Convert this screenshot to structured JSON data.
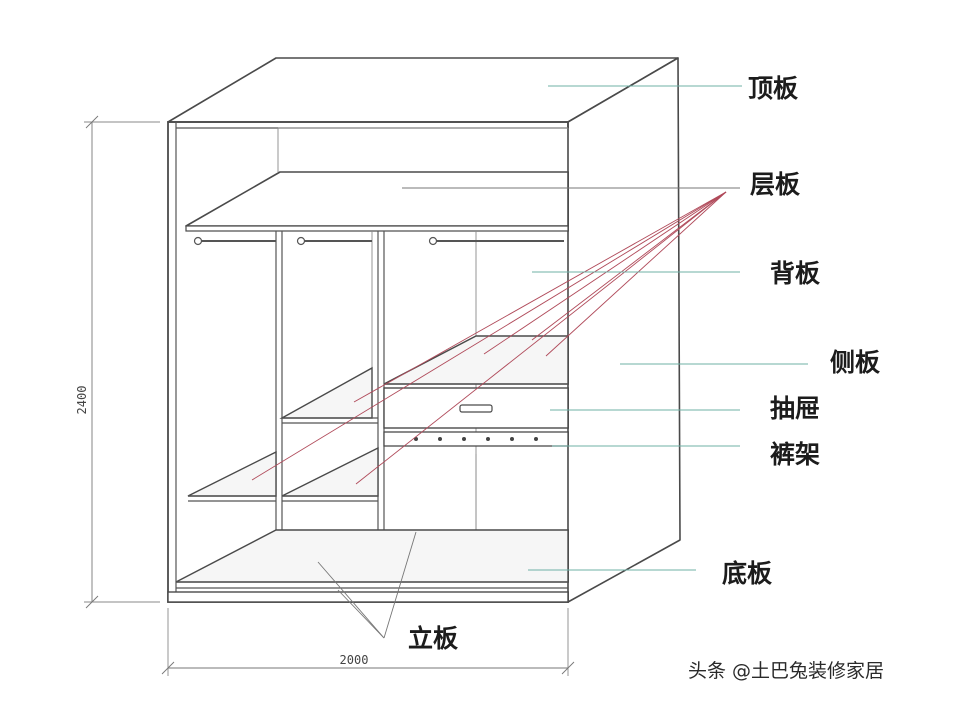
{
  "labels": {
    "top_panel": "顶板",
    "shelf": "层板",
    "back_panel": "背板",
    "side_panel": "侧板",
    "drawer": "抽屉",
    "pants_rack": "裤架",
    "bottom_panel": "底板",
    "vertical_panel": "立板"
  },
  "dimensions": {
    "height": "2400",
    "width": "2000"
  },
  "watermark": "头条 @土巴兔装修家居",
  "colors": {
    "line": "#4a4a4a",
    "leader_teal": "#6fb0a6",
    "leader_red": "#b04a5a"
  }
}
